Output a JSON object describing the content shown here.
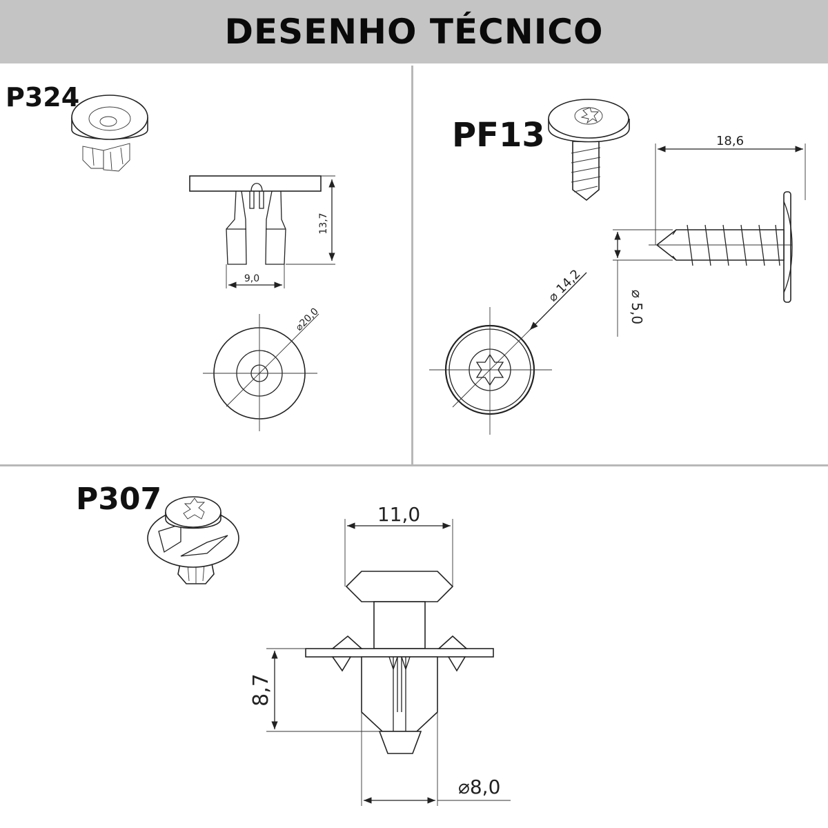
{
  "header": {
    "title": "DESENHO TÉCNICO"
  },
  "parts": {
    "p324": {
      "code": "P324",
      "dim_height": "13,7",
      "dim_width": "9,0",
      "dim_diameter": "⌀20,0"
    },
    "pf13": {
      "code": "PF13",
      "dim_length": "18,6",
      "dim_head_diameter": "⌀ 14,2",
      "dim_shank_diameter": "⌀ 5,0"
    },
    "p307": {
      "code": "P307",
      "dim_head_width": "11,0",
      "dim_height": "8,7",
      "dim_diameter": "⌀8,0"
    }
  },
  "colors": {
    "header_bg": "#c4c4c4",
    "divider": "#b8b8b8",
    "line": "#222222"
  }
}
